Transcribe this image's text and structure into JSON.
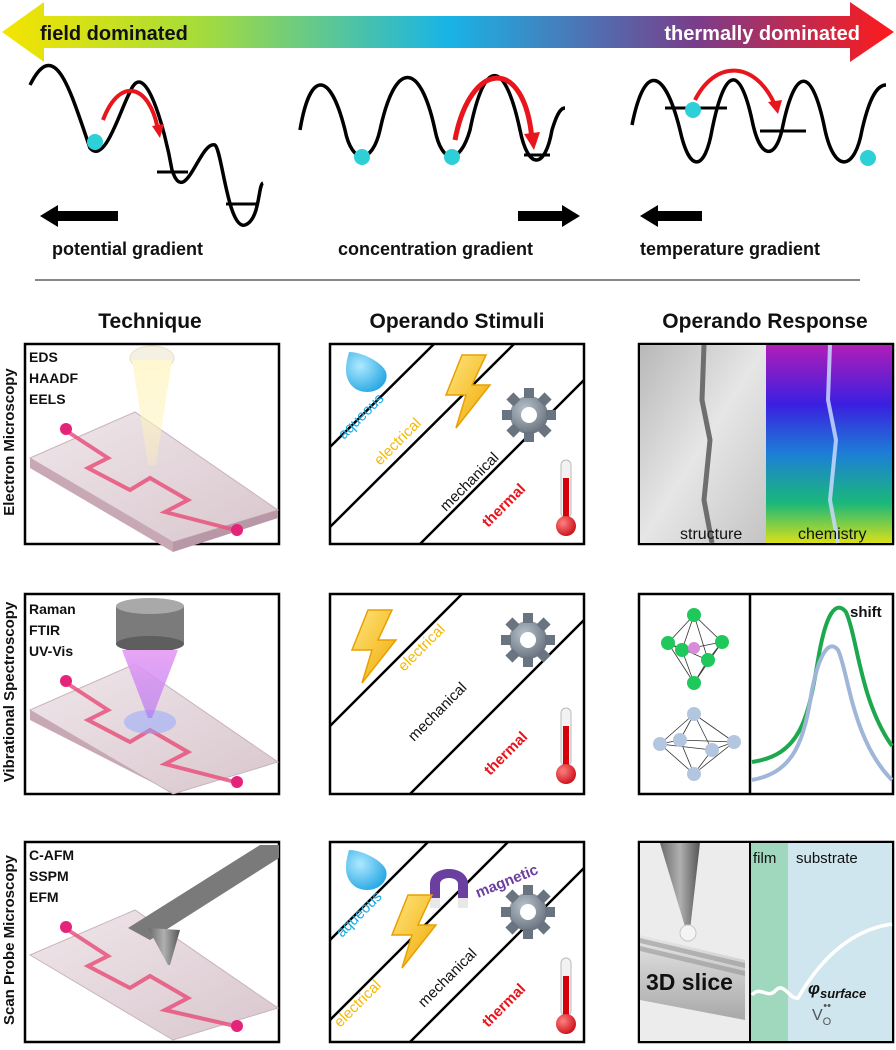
{
  "header_arrow": {
    "left_label": "field dominated",
    "right_label": "thermally dominated",
    "left_color": "#f5e400",
    "mid_color": "#18b4e6",
    "right_color": "#ff1a1a"
  },
  "gradients": {
    "potential": "potential gradient",
    "concentration": "concentration gradient",
    "temperature": "temperature gradient"
  },
  "columns": {
    "technique": "Technique",
    "stimuli": "Operando Stimuli",
    "response": "Operando Response"
  },
  "rows": [
    {
      "side_label": "Electron Microscopy",
      "techniques": [
        "EDS",
        "HAADF",
        "EELS"
      ],
      "stimuli": {
        "aqueous": "aqueous",
        "electrical": "electrical",
        "mechanical": "mechanical",
        "thermal": "thermal"
      },
      "response": {
        "left": "structure",
        "right": "chemistry"
      }
    },
    {
      "side_label": "Vibrational Spectroscopy",
      "techniques": [
        "Raman",
        "FTIR",
        "UV-Vis"
      ],
      "stimuli": {
        "electrical": "electrical",
        "mechanical": "mechanical",
        "thermal": "thermal"
      },
      "response": {
        "shift": "shift"
      }
    },
    {
      "side_label": "Scan Probe Microscopy",
      "techniques": [
        "C-AFM",
        "SSPM",
        "EFM"
      ],
      "stimuli": {
        "aqueous": "aqueous",
        "magnetic": "magnetic",
        "electrical": "electrical",
        "mechanical": "mechanical",
        "thermal": "thermal"
      },
      "response": {
        "film": "film",
        "substrate": "substrate",
        "slice": "3D slice",
        "phi": "φ",
        "phi_sub": "surface",
        "vac": "V",
        "vac_sub": "O",
        "vac_sup": "••"
      }
    }
  ],
  "colors": {
    "electrical": "#f5b800",
    "thermal": "#e8161c",
    "magnetic": "#6b3fa0",
    "aqueous": "#1aa7e0",
    "ball": "#2ed0d8",
    "hop": "#e8161c",
    "green": "#1ec85a",
    "blue_gray": "#9fb6d8"
  }
}
